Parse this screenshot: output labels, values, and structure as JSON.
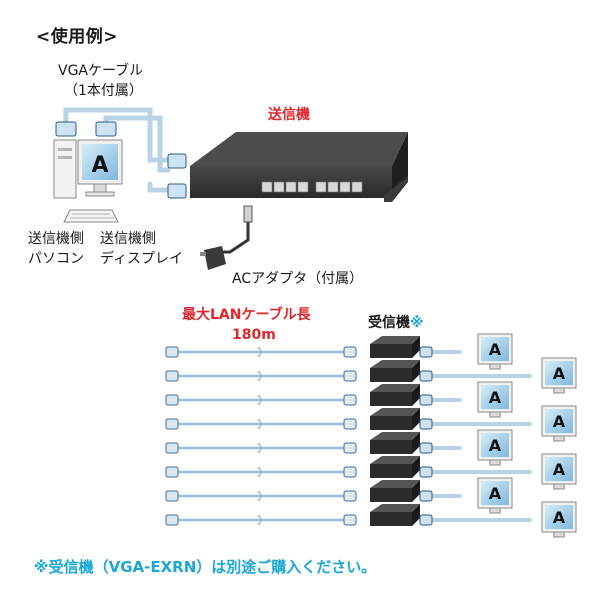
{
  "section_title": "<使用例>",
  "vga_cable_label": "VGAケーブル",
  "vga_cable_note": "（1本付属）",
  "transmitter_label": "送信機",
  "pc_label_line1": "送信機側",
  "pc_label_line2": "パソコン",
  "display_label_line1": "送信機側",
  "display_label_line2": "ディスプレイ",
  "ac_adapter_label": "ACアダプタ（付属）",
  "max_cable_label": "最大LANケーブル長",
  "max_cable_length": "180m",
  "receiver_label": "受信機",
  "receiver_mark": "※",
  "monitor_letter": "A",
  "footnote": "※受信機（VGA-EXRN）は別途ご購入ください。",
  "colors": {
    "accent_red": "#e0262b",
    "accent_cyan": "#1aa7d6",
    "cable_blue": "#b8d3e6",
    "device_dark": "#2e2e2e"
  }
}
